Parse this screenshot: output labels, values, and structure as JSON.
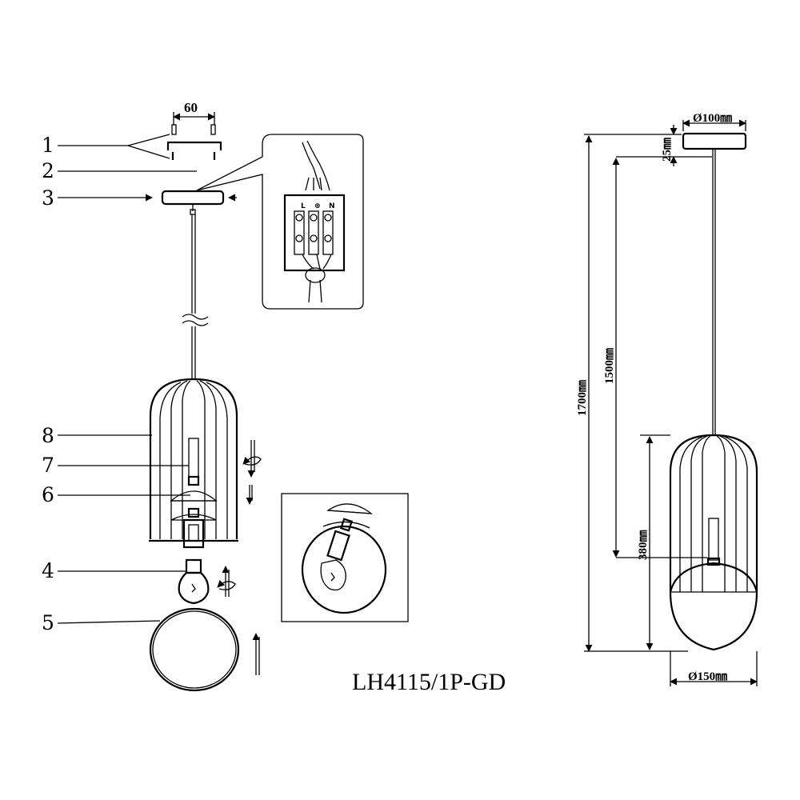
{
  "part_labels": [
    "1",
    "2",
    "3",
    "4",
    "5",
    "6",
    "7",
    "8"
  ],
  "mount_spacing": "60",
  "terminal_labels": {
    "live": "L",
    "earth": "⊕",
    "neutral": "N"
  },
  "dimensions": {
    "canopy_diameter": "Ø100㎜",
    "canopy_height": "25㎜",
    "total_height": "1700㎜",
    "cable_length": "1500㎜",
    "shade_height": "380㎜",
    "shade_diameter": "Ø150㎜"
  },
  "model_number": "LH4115/1P-GD",
  "colors": {
    "line": "#000000",
    "background": "#ffffff"
  }
}
